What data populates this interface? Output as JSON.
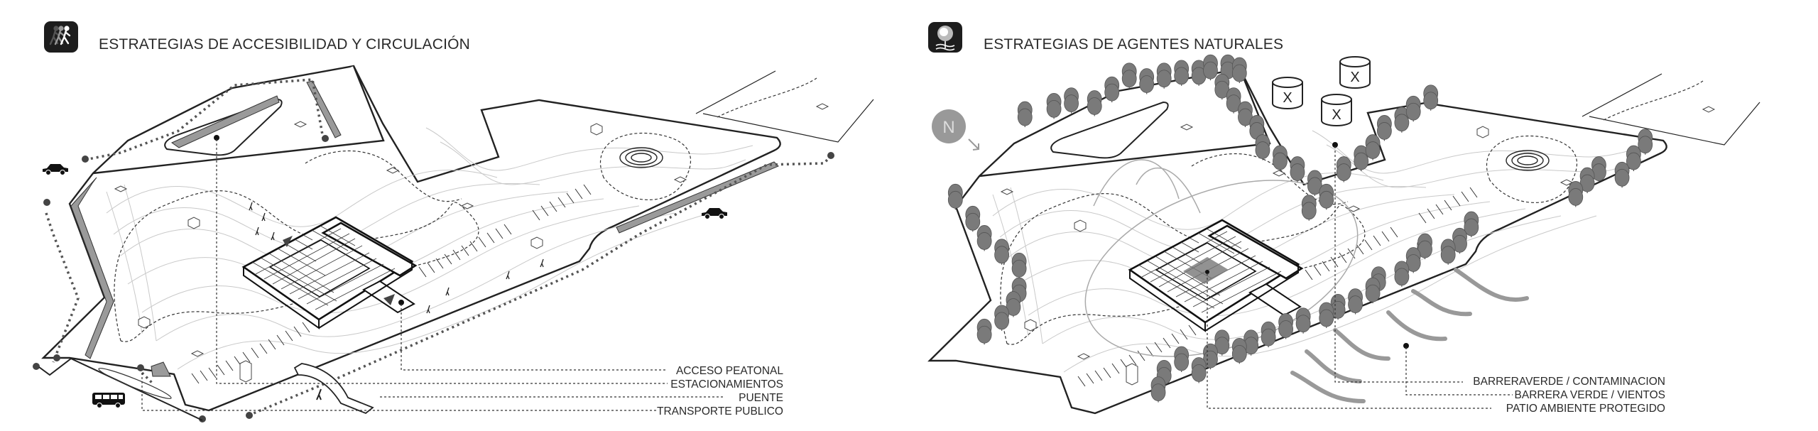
{
  "panels": [
    {
      "title": "ESTRATEGIAS DE ACCESIBILIDAD Y CIRCULACIÓN",
      "icon": "pedestrians-walking-icon",
      "legend": [
        "ACCESO PEATONAL",
        "ESTACIONAMIENTOS",
        "PUENTE",
        "TRANSPORTE PUBLICO"
      ]
    },
    {
      "title": "ESTRATEGIAS DE AGENTES NATURALES",
      "icon": "tree-sun-icon",
      "north_label": "N",
      "legend": [
        "BARRERAVERDE / CONTAMINACION",
        "BARRERA VERDE / VIENTOS",
        "PATIO AMBIENTE PROTEGIDO"
      ],
      "pollution_mark": "X"
    }
  ],
  "colors": {
    "ink": "#222222",
    "fill_gray": "#9a9a9a",
    "tree": "#7a7a7a",
    "wind": "#999999"
  }
}
